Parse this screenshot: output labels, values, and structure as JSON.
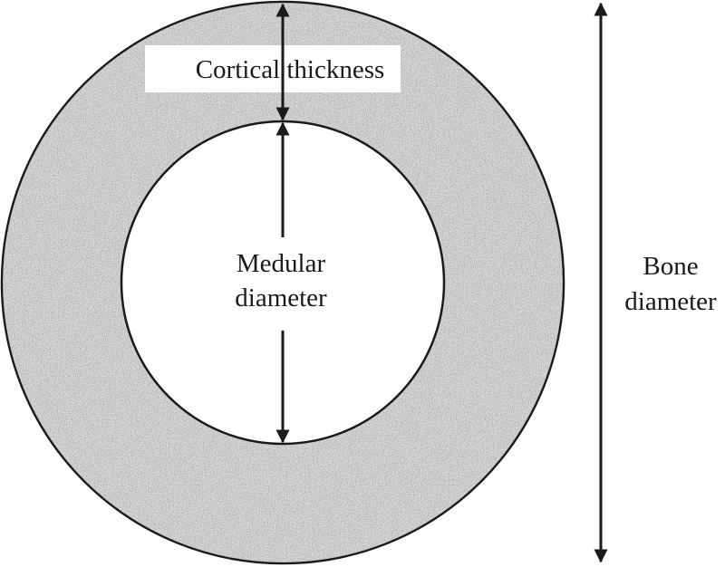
{
  "labels": {
    "cortical_thickness": "Cortical thickness",
    "medular_line1": "Medular",
    "medular_line2": "diameter",
    "bone_line1": "Bone",
    "bone_line2": "diameter"
  },
  "colors": {
    "cortex_fill": "#d6d6d6",
    "cortex_speckle": "#9a9a9a",
    "outline": "#1a1a1a",
    "background": "#ffffff"
  }
}
